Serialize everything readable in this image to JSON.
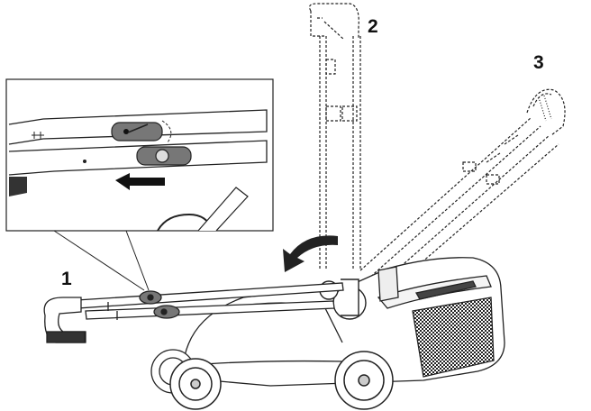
{
  "labels": {
    "pos1": "1",
    "pos2": "2",
    "pos3": "3"
  },
  "icons": {
    "direction_arrow": "arrow-left-icon",
    "rotation_arrow": "curved-arrow-icon"
  },
  "colors": {
    "line": "#222222",
    "pad": "#777777",
    "background": "#ffffff"
  }
}
